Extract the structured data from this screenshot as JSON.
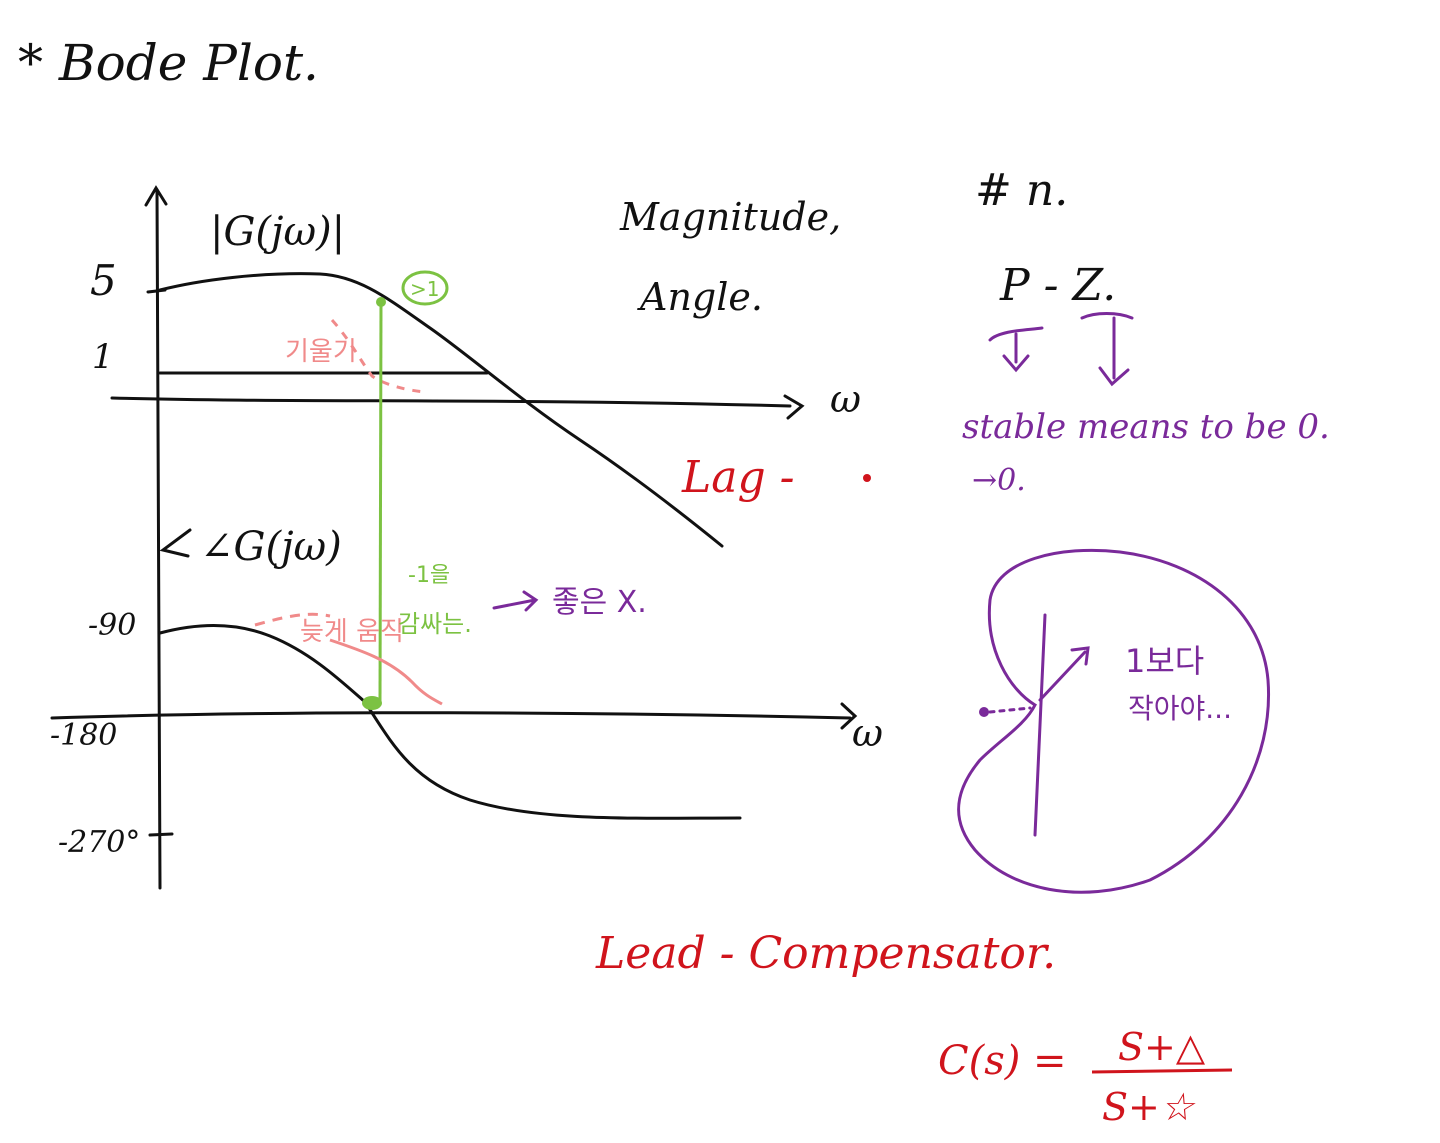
{
  "title": "* Bode Plot.",
  "magnitude_plot": {
    "ylabel": "|G(jω)|",
    "tick_5": "5",
    "tick_1": "1",
    "xlabel": "ω",
    "gain_annotation": ">1",
    "slope_note": "기울기"
  },
  "phase_plot": {
    "ylabel": "∠G(jω)",
    "tick_m90": "-90",
    "tick_m180": "-180",
    "tick_m270": "-270°",
    "xlabel": "ω",
    "note_pink": "늦게 움직",
    "note_green_1": "-1을",
    "note_green_2": "감싸는.",
    "note_purple": "좋은 X."
  },
  "side_notes": {
    "magnitude_angle_1": "Magnitude,",
    "magnitude_angle_2": "Angle.",
    "hash_n": "# n.",
    "p_z": "P - Z.",
    "stable_means": "stable   means   to   be   0.",
    "arrow_zero": "→0.",
    "lag": "Lag -",
    "nyquist_note_1": "1보다",
    "nyquist_note_2": "작아야...",
    "lead": "Lead - Compensator.",
    "cs_left": "C(s) =",
    "cs_num": "S+△",
    "cs_den": "S+☆"
  },
  "colors": {
    "ink": "#111111",
    "green": "#7cc242",
    "pink": "#f08a8a",
    "purple": "#7a2a9a",
    "red": "#d0141c"
  }
}
